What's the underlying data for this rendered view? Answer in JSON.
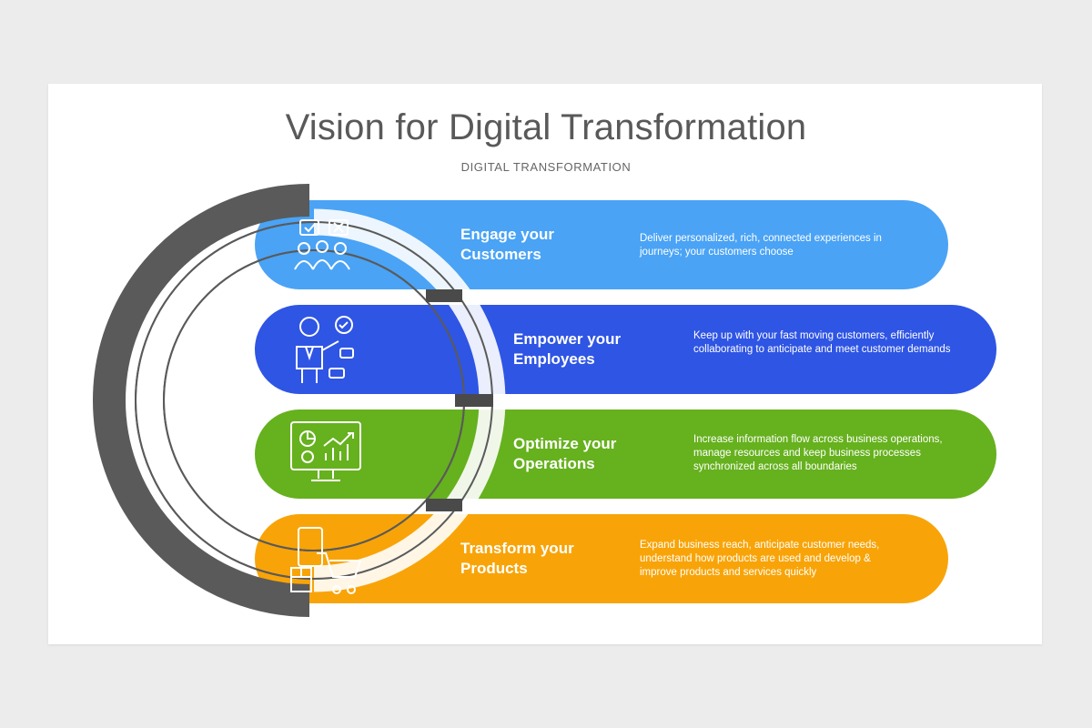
{
  "title": "Vision for Digital Transformation",
  "subtitle": "DIGITAL TRANSFORMATION",
  "colors": {
    "blue_light": "#4aa3f5",
    "blue_dark": "#2f55e4",
    "green": "#66b11e",
    "orange": "#f8a408",
    "ring_dark": "#5a5a5a"
  },
  "items": [
    {
      "label": "Engage your\nCustomers",
      "description": "Deliver personalized, rich, connected experiences in journeys; your customers choose",
      "icon": "customers-feedback-icon"
    },
    {
      "label": "Empower your\nEmployees",
      "description": "Keep up with your fast moving customers, efficiently collaborating to anticipate and meet customer demands",
      "icon": "employee-presentation-icon"
    },
    {
      "label": "Optimize your\nOperations",
      "description": "Increase information flow across business operations, manage resources and keep business processes synchronized across all boundaries",
      "icon": "analytics-monitor-icon"
    },
    {
      "label": "Transform your\nProducts",
      "description": "Expand business reach, anticipate customer needs, understand how products are used and develop & improve products and services quickly",
      "icon": "shopping-cart-icon"
    }
  ]
}
